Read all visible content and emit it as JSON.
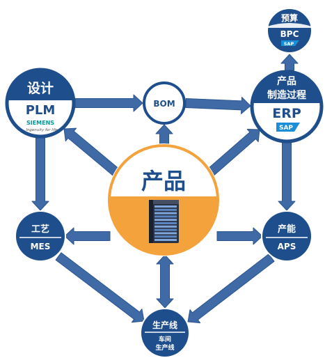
{
  "colors": {
    "navy": "#1f4e8c",
    "navy_dark": "#183f72",
    "arrow": "#3f6aa6",
    "arrow_dark": "#2c5590",
    "orange": "#f4a23c",
    "white": "#ffffff",
    "server": "#2a3140"
  },
  "nodes": {
    "budget": {
      "title": "预算",
      "subtitle": "BPC",
      "logo": "SAP"
    },
    "bom": {
      "title": "BOM"
    },
    "design": {
      "title": "设计",
      "subtitle": "PLM",
      "logo": "SIEMENS",
      "tagline": "Ingenuity for life"
    },
    "erp": {
      "title_line1": "产品",
      "title_line2": "制造过程",
      "subtitle": "ERP",
      "logo": "SAP"
    },
    "product": {
      "title": "产品",
      "icon": "server-rack-icon"
    },
    "process": {
      "title": "工艺",
      "subtitle": "MES"
    },
    "capacity": {
      "title": "产能",
      "subtitle": "APS"
    },
    "line": {
      "title": "生产线",
      "subtitle_line1": "车间",
      "subtitle_line2": "生产线"
    }
  }
}
